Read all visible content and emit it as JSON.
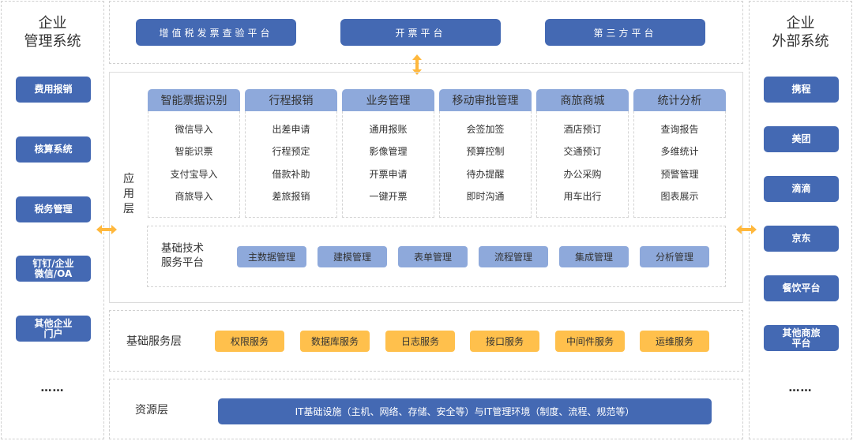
{
  "left_panel": {
    "title_line1": "企业",
    "title_line2": "管理系统",
    "items": [
      "费用报销",
      "核算系统",
      "税务管理",
      "钉钉/企业\n微信/OA",
      "其他企业\n门户"
    ],
    "ellipsis": "……"
  },
  "right_panel": {
    "title_line1": "企业",
    "title_line2": "外部系统",
    "items": [
      "携程",
      "美团",
      "滴滴",
      "京东",
      "餐饮平台",
      "其他商旅\n平台"
    ],
    "ellipsis": "……"
  },
  "top_platforms": [
    "增值税发票查验平台",
    "开票平台",
    "第三方平台"
  ],
  "application_layer": {
    "label": "应\n用\n层",
    "modules": [
      {
        "title": "智能票据识别",
        "items": [
          "微信导入",
          "智能识票",
          "支付宝导入",
          "商旅导入"
        ]
      },
      {
        "title": "行程报销",
        "items": [
          "出差申请",
          "行程预定",
          "借款补助",
          "差旅报销"
        ]
      },
      {
        "title": "业务管理",
        "items": [
          "通用报账",
          "影像管理",
          "开票申请",
          "一键开票"
        ]
      },
      {
        "title": "移动审批管理",
        "items": [
          "会签加签",
          "预算控制",
          "待办提醒",
          "即时沟通"
        ]
      },
      {
        "title": "商旅商城",
        "items": [
          "酒店预订",
          "交通预订",
          "办公采购",
          "用车出行"
        ]
      },
      {
        "title": "统计分析",
        "items": [
          "查询报告",
          "多维统计",
          "预警管理",
          "图表展示"
        ]
      }
    ],
    "tech_platform": {
      "label_line1": "基础技术",
      "label_line2": "服务平台",
      "items": [
        "主数据管理",
        "建模管理",
        "表单管理",
        "流程管理",
        "集成管理",
        "分析管理"
      ]
    }
  },
  "base_service_layer": {
    "label": "基础服务层",
    "items": [
      "权限服务",
      "数据库服务",
      "日志服务",
      "接口服务",
      "中间件服务",
      "运维服务"
    ]
  },
  "resource_layer": {
    "label": "资源层",
    "content": "IT基础设施（主机、网络、存储、安全等）与IT管理环境（制度、流程、规范等）"
  },
  "colors": {
    "primary_blue": "#4469b3",
    "light_blue": "#8ea9db",
    "orange": "#ffc04c",
    "arrow": "#ffb83d"
  }
}
